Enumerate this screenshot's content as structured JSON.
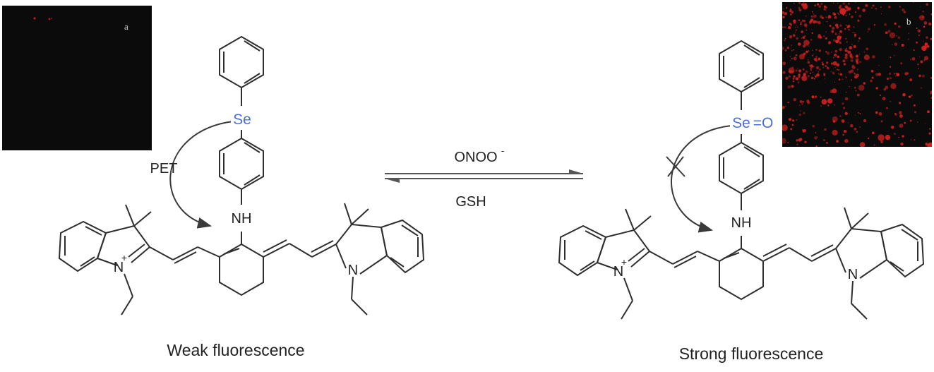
{
  "panels": {
    "left_label": "a",
    "right_label": "b",
    "left_tone": "#0b0b0b",
    "right_dot_color": "#d42020"
  },
  "left_molecule": {
    "donor_atom": "Se",
    "amine": "NH",
    "cation_n": "N",
    "cation_charge": "+",
    "neutral_n": "N",
    "process_label": "PET",
    "caption": "Weak fluorescence"
  },
  "right_molecule": {
    "oxidized_atom": "Se",
    "oxidized_bond": "=O",
    "amine": "NH",
    "cation_n": "N",
    "cation_charge": "+",
    "neutral_n": "N",
    "caption": "Strong fluorescence"
  },
  "reaction": {
    "forward_reagent": "ONOO",
    "forward_charge": "-",
    "reverse_reagent": "GSH"
  },
  "colors": {
    "bond": "#2e2e2e",
    "heteroatom_se": "#4a6fd8",
    "arrow": "#555555"
  }
}
